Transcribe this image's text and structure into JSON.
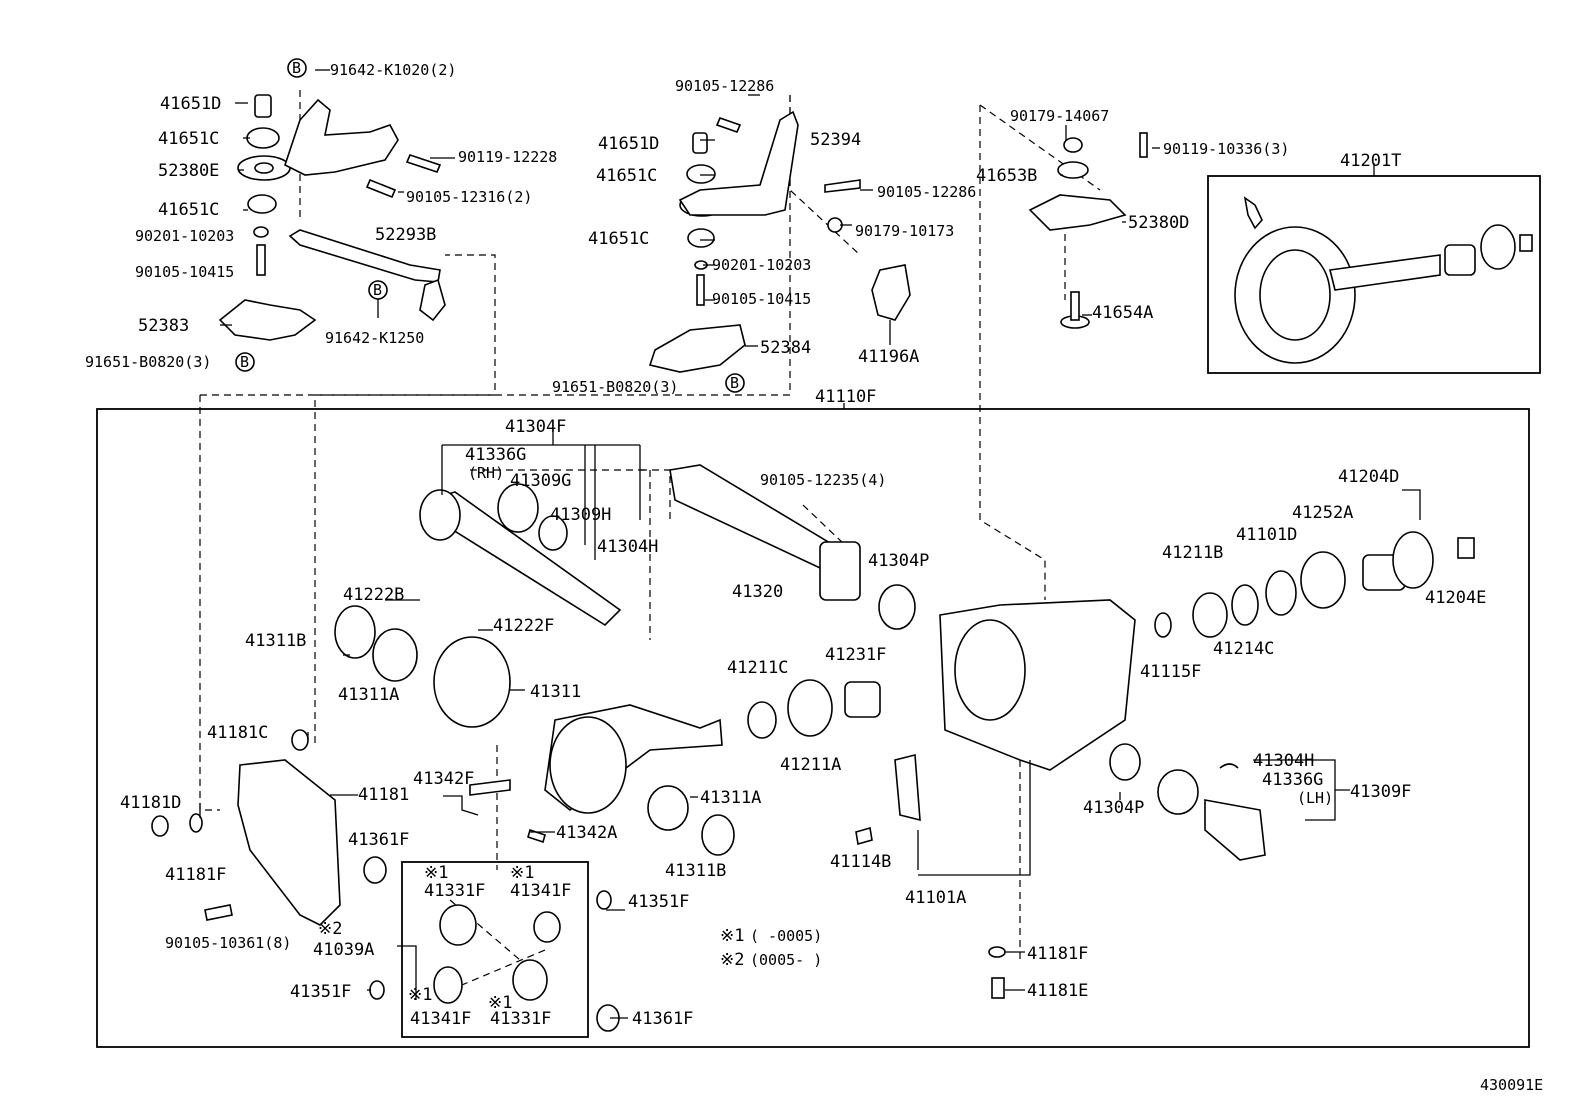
{
  "figure_id": "430091E",
  "assembly_label": "41110F",
  "notes": {
    "n1_mark": "※1",
    "n1_text": "(      -0005)",
    "n2_mark": "※2",
    "n2_text": "(0005-      )"
  },
  "callouts": {
    "c_91642K1020": "91642-K1020(2)",
    "c_41651D_a": "41651D",
    "c_41651C_a": "41651C",
    "c_52380E": "52380E",
    "c_41651C_b": "41651C",
    "c_90119_12228": "90119-12228",
    "c_90105_12316": "90105-12316(2)",
    "c_90201_10203_a": "90201-10203",
    "c_90105_10415_a": "90105-10415",
    "c_52293B": "52293B",
    "c_52383": "52383",
    "c_91642K1250": "91642-K1250",
    "c_91651B0820_a": "91651-B0820(3)",
    "c_90105_12286_a": "90105-12286",
    "c_41651D_b": "41651D",
    "c_52394": "52394",
    "c_41651C_c": "41651C",
    "c_90105_12286_b": "90105-12286",
    "c_90179_10173": "90179-10173",
    "c_41651C_d": "41651C",
    "c_90201_10203_b": "90201-10203",
    "c_90105_10415_b": "90105-10415",
    "c_52384": "52384",
    "c_41196A": "41196A",
    "c_91651B0820_b": "91651-B0820(3)",
    "c_90179_14067": "90179-14067",
    "c_90119_10336": "90119-10336(3)",
    "c_41653B": "41653B",
    "c_52380D": "52380D",
    "c_41654A": "41654A",
    "c_41201T": "41201T",
    "c_41304F": "41304F",
    "c_41336G_rh": "41336G",
    "c_rh": "(RH)",
    "c_41309G": "41309G",
    "c_41309H": "41309H",
    "c_41304H_a": "41304H",
    "c_90105_12235": "90105-12235(4)",
    "c_41304P_a": "41304P",
    "c_41320": "41320",
    "c_41222B": "41222B",
    "c_41222F": "41222F",
    "c_41311B_a": "41311B",
    "c_41311A_a": "41311A",
    "c_41311": "41311",
    "c_41211C": "41211C",
    "c_41231F": "41231F",
    "c_41211A": "41211A",
    "c_41204D": "41204D",
    "c_41252A": "41252A",
    "c_41211B": "41211B",
    "c_41101D": "41101D",
    "c_41204E": "41204E",
    "c_41115F": "41115F",
    "c_41214C": "41214C",
    "c_41181C": "41181C",
    "c_41181": "41181",
    "c_41181D": "41181D",
    "c_41181F_a": "41181F",
    "c_41342F": "41342F",
    "c_41342A": "41342A",
    "c_41311A_b": "41311A",
    "c_41311B_b": "41311B",
    "c_41361F_a": "41361F",
    "c_41304H_b": "41304H",
    "c_41336G_lh": "41336G",
    "c_lh": "(LH)",
    "c_41309F": "41309F",
    "c_41304P_b": "41304P",
    "c_41114B": "41114B",
    "c_41101A": "41101A",
    "c_90105_10361": "90105-10361(8)",
    "c_mark2": "※2",
    "c_41039A": "41039A",
    "c_41331F_a": "41331F",
    "c_mark1_a": "※1",
    "c_41341F_a": "41341F",
    "c_mark1_b": "※1",
    "c_41351F_a": "41351F",
    "c_41351F_b": "41351F",
    "c_41341F_b": "41341F",
    "c_mark1_c": "※1",
    "c_41331F_b": "41331F",
    "c_mark1_d": "※1",
    "c_41361F_b": "41361F",
    "c_41181F_b": "41181F",
    "c_41181E": "41181E",
    "b1": "B",
    "b2": "B",
    "b3": "B",
    "b4": "B"
  }
}
